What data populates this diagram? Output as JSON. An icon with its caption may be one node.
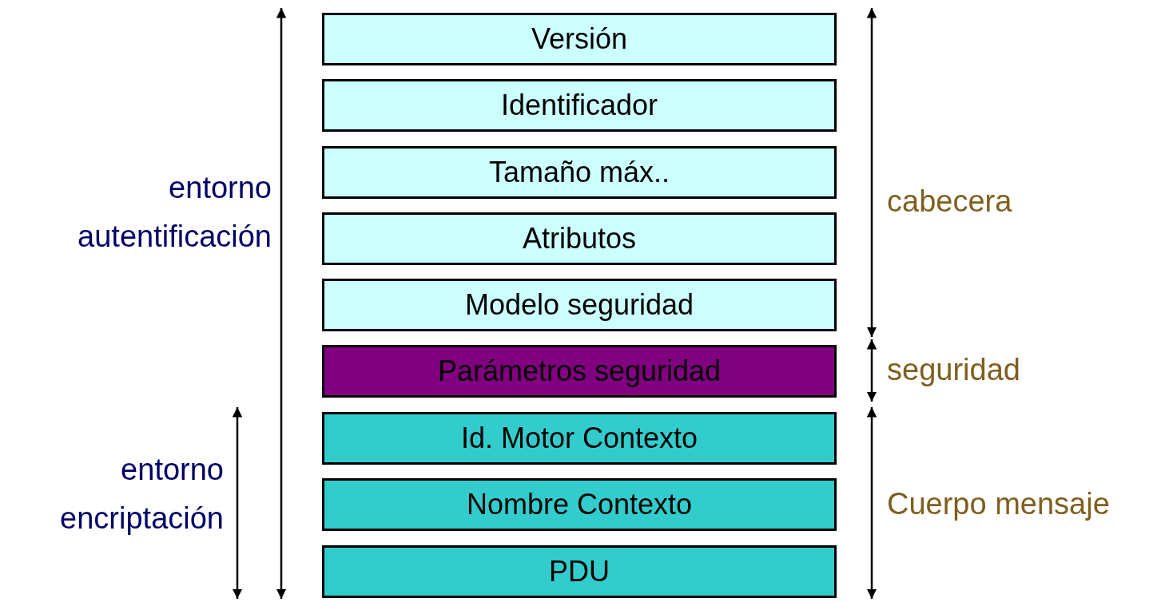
{
  "diagram": {
    "nodes": [
      {
        "text": [
          "Versión"
        ]
      },
      {
        "text": [
          "Identificador"
        ]
      },
      {
        "text": [
          "Tamaño máx.."
        ]
      },
      {
        "text": [
          "Atributos"
        ]
      },
      {
        "text": [
          "Modelo seguridad"
        ]
      },
      {
        "text": [
          "Parámetros seguridad"
        ]
      },
      {
        "text": [
          "Id. Motor Contexto"
        ]
      },
      {
        "text": [
          "Nombre Contexto"
        ]
      },
      {
        "text": [
          "PDU"
        ]
      }
    ],
    "edges": [],
    "labels": [
      "entorno autentificación",
      "cabecera",
      "seguridad",
      "entorno encriptación",
      "Cuerpo mensaje"
    ]
  }
}
